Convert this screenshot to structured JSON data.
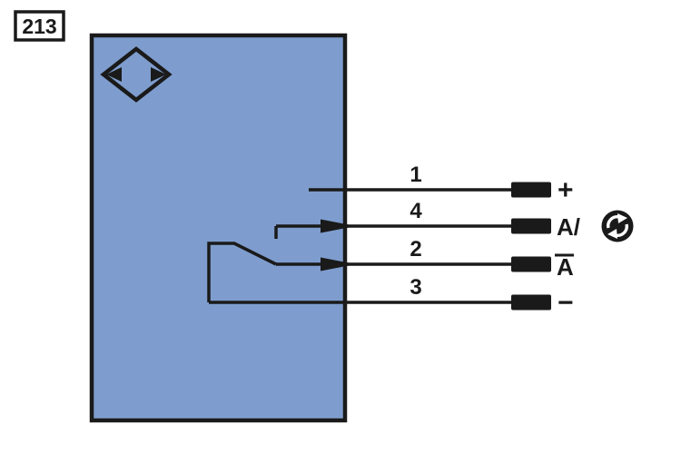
{
  "figure": {
    "number": "213",
    "type": "sensor-wiring-diagram"
  },
  "sensor": {
    "symbol": "proximity-sensor-diamond-icon",
    "body_color": "#7E9DCE"
  },
  "wires": [
    {
      "pin": "1",
      "terminal_label": "+",
      "has_arrow": false,
      "overline": false
    },
    {
      "pin": "4",
      "terminal_label": "A/",
      "has_arrow": true,
      "overline": false,
      "icon": "complementary-switching-icon"
    },
    {
      "pin": "2",
      "terminal_label": "A",
      "has_arrow": true,
      "overline": true
    },
    {
      "pin": "3",
      "terminal_label": "−",
      "has_arrow": false,
      "overline": false
    }
  ],
  "colors": {
    "line": "#1a1a1a",
    "terminal": "#1a1a1a",
    "sensor_body": "#7E9DCE",
    "background": "#ffffff"
  }
}
